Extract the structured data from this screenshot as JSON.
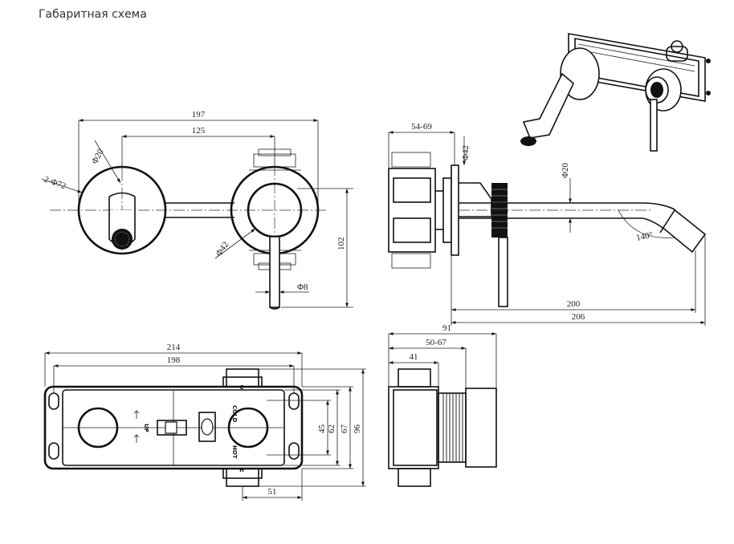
{
  "page_title": "Габаритная схема",
  "dimensions": {
    "front_overall_width": "197",
    "front_center_distance": "125",
    "front_spout_dia": "Φ20",
    "front_rosette": "2-Φ72",
    "front_handle_dia": "Φ42",
    "front_lever_dia": "Φ8",
    "front_height": "102",
    "side_mount_depth": "54-69",
    "side_handle_dia": "Φ42",
    "side_spout_dia": "Φ20",
    "side_angle": "140°",
    "side_reach": "200",
    "side_overall_reach": "206",
    "box_overall_width": "214",
    "box_inner_width": "198",
    "box_h1": "45",
    "box_h2": "62",
    "box_h3": "67",
    "box_h4": "96",
    "box_outlet_offset": "51",
    "box_side_total": "91",
    "box_side_range": "50-67",
    "box_side_depth": "41"
  },
  "labels": {
    "cold_letter": "C",
    "hot_letter": "H",
    "cold": "COLD",
    "hot": "HOT",
    "up": "UP"
  }
}
